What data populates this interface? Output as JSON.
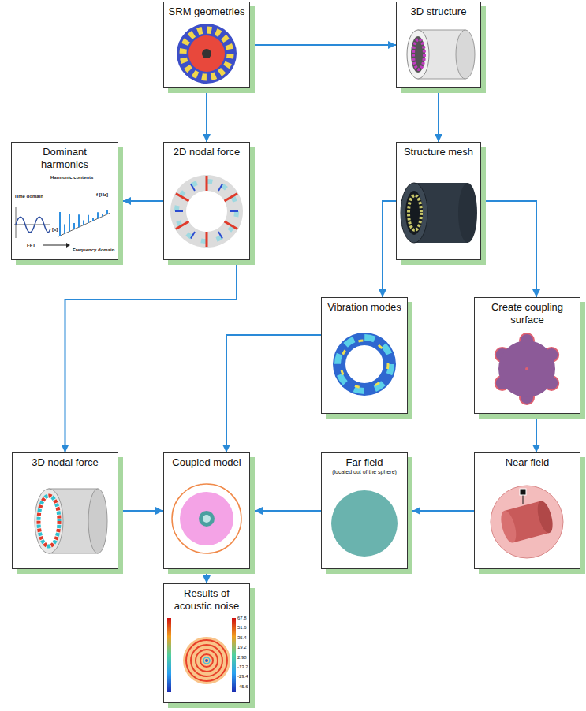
{
  "diagram": {
    "nodes": [
      {
        "text": [
          "SRM geometries"
        ]
      },
      {
        "text": [
          "3D structure"
        ]
      },
      {
        "text": [
          "Dominant harmonics"
        ]
      },
      {
        "text": [
          "2D nodal force"
        ]
      },
      {
        "text": [
          "Structure mesh"
        ]
      },
      {
        "text": [
          "Vibration modes"
        ]
      },
      {
        "text": [
          "Create coupling surface"
        ]
      },
      {
        "text": [
          "3D nodal force"
        ]
      },
      {
        "text": [
          "Coupled model"
        ]
      },
      {
        "text": [
          "Far field",
          "(located out of the sphere)"
        ]
      },
      {
        "text": [
          "Near field"
        ]
      },
      {
        "text": [
          "Results of acoustic noise"
        ]
      }
    ],
    "edges": [
      {
        "from": 0,
        "to": 1,
        "arrow": "to"
      },
      {
        "from": 0,
        "to": 3,
        "arrow": "to"
      },
      {
        "from": 1,
        "to": 4,
        "arrow": "to"
      },
      {
        "from": 3,
        "to": 2,
        "arrow": "to"
      },
      {
        "from": 3,
        "to": 7,
        "arrow": "to"
      },
      {
        "from": 4,
        "to": 5,
        "arrow": "to"
      },
      {
        "from": 4,
        "to": 6,
        "arrow": "to"
      },
      {
        "from": 5,
        "to": 8,
        "arrow": "to"
      },
      {
        "from": 6,
        "to": 10,
        "arrow": "to"
      },
      {
        "from": 10,
        "to": 9,
        "arrow": "to"
      },
      {
        "from": 9,
        "to": 8,
        "arrow": "to"
      },
      {
        "from": 7,
        "to": 8,
        "arrow": "to"
      },
      {
        "from": 8,
        "to": 11,
        "arrow": "to"
      }
    ],
    "labels": [
      "Time domain",
      "Harmonic contents",
      "f [Hz]",
      "[s]",
      "FFT",
      "Frequency domain",
      "67.8",
      "51.6",
      "35.4",
      "19.2",
      "2.98",
      "-13.2",
      "-29.4",
      "-45.6"
    ]
  }
}
